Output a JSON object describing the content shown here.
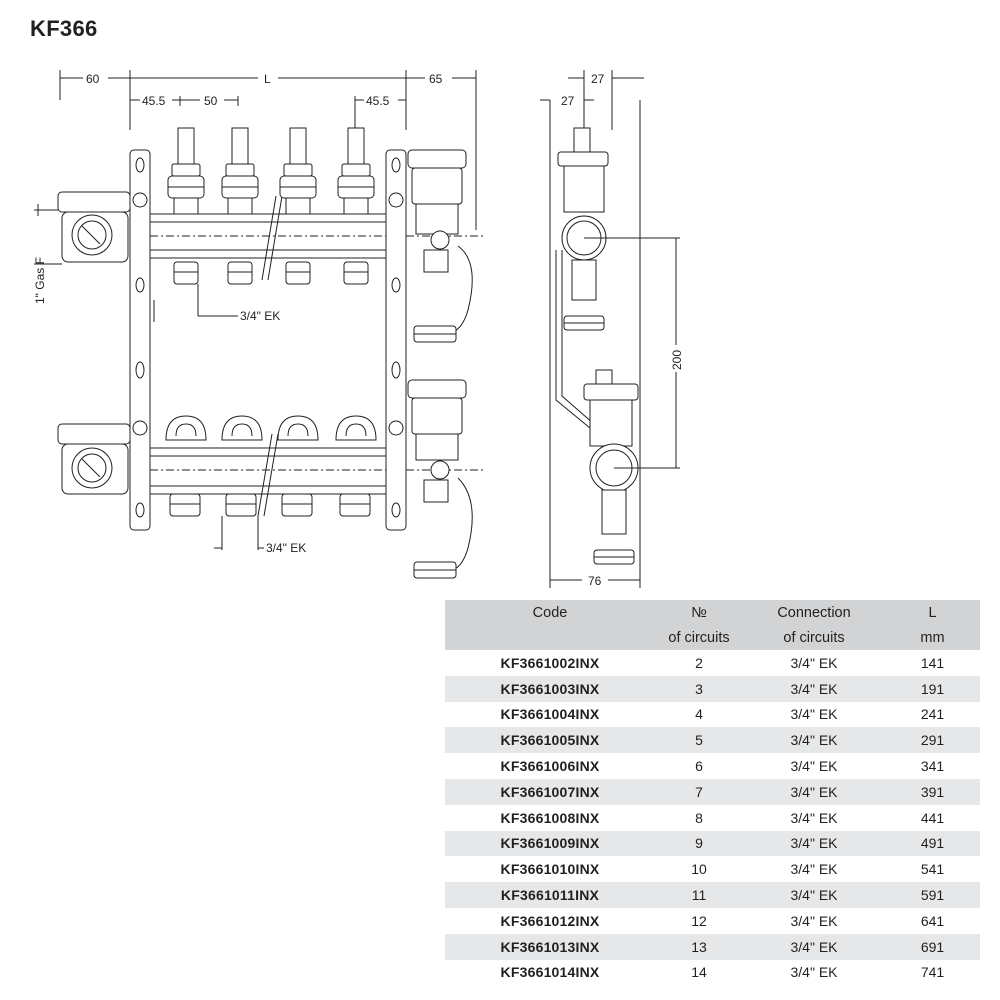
{
  "title": "KF366",
  "drawing": {
    "dim_left": "60",
    "dim_L": "L",
    "dim_right": "65",
    "dim_45a": "45.5",
    "dim_50": "50",
    "dim_45b": "45.5",
    "side_27a": "27",
    "side_27b": "27",
    "side_200": "200",
    "side_76": "76",
    "gas_label": "1\" Gas F",
    "ek_top": "3/4\" EK",
    "ek_bottom": "3/4\" EK"
  },
  "table": {
    "headers_row1": [
      "Code",
      "№",
      "Connection",
      "L"
    ],
    "headers_row2": [
      "",
      "of circuits",
      "of circuits",
      "mm"
    ],
    "rows": [
      {
        "code": "KF3661002INX",
        "circuits": "2",
        "connection": "3/4\" EK",
        "L": "141"
      },
      {
        "code": "KF3661003INX",
        "circuits": "3",
        "connection": "3/4\" EK",
        "L": "191"
      },
      {
        "code": "KF3661004INX",
        "circuits": "4",
        "connection": "3/4\" EK",
        "L": "241"
      },
      {
        "code": "KF3661005INX",
        "circuits": "5",
        "connection": "3/4\" EK",
        "L": "291"
      },
      {
        "code": "KF3661006INX",
        "circuits": "6",
        "connection": "3/4\" EK",
        "L": "341"
      },
      {
        "code": "KF3661007INX",
        "circuits": "7",
        "connection": "3/4\" EK",
        "L": "391"
      },
      {
        "code": "KF3661008INX",
        "circuits": "8",
        "connection": "3/4\" EK",
        "L": "441"
      },
      {
        "code": "KF3661009INX",
        "circuits": "9",
        "connection": "3/4\" EK",
        "L": "491"
      },
      {
        "code": "KF3661010INX",
        "circuits": "10",
        "connection": "3/4\" EK",
        "L": "541"
      },
      {
        "code": "KF3661011INX",
        "circuits": "11",
        "connection": "3/4\" EK",
        "L": "591"
      },
      {
        "code": "KF3661012INX",
        "circuits": "12",
        "connection": "3/4\" EK",
        "L": "641"
      },
      {
        "code": "KF3661013INX",
        "circuits": "13",
        "connection": "3/4\" EK",
        "L": "691"
      },
      {
        "code": "KF3661014INX",
        "circuits": "14",
        "connection": "3/4\" EK",
        "L": "741"
      }
    ]
  }
}
